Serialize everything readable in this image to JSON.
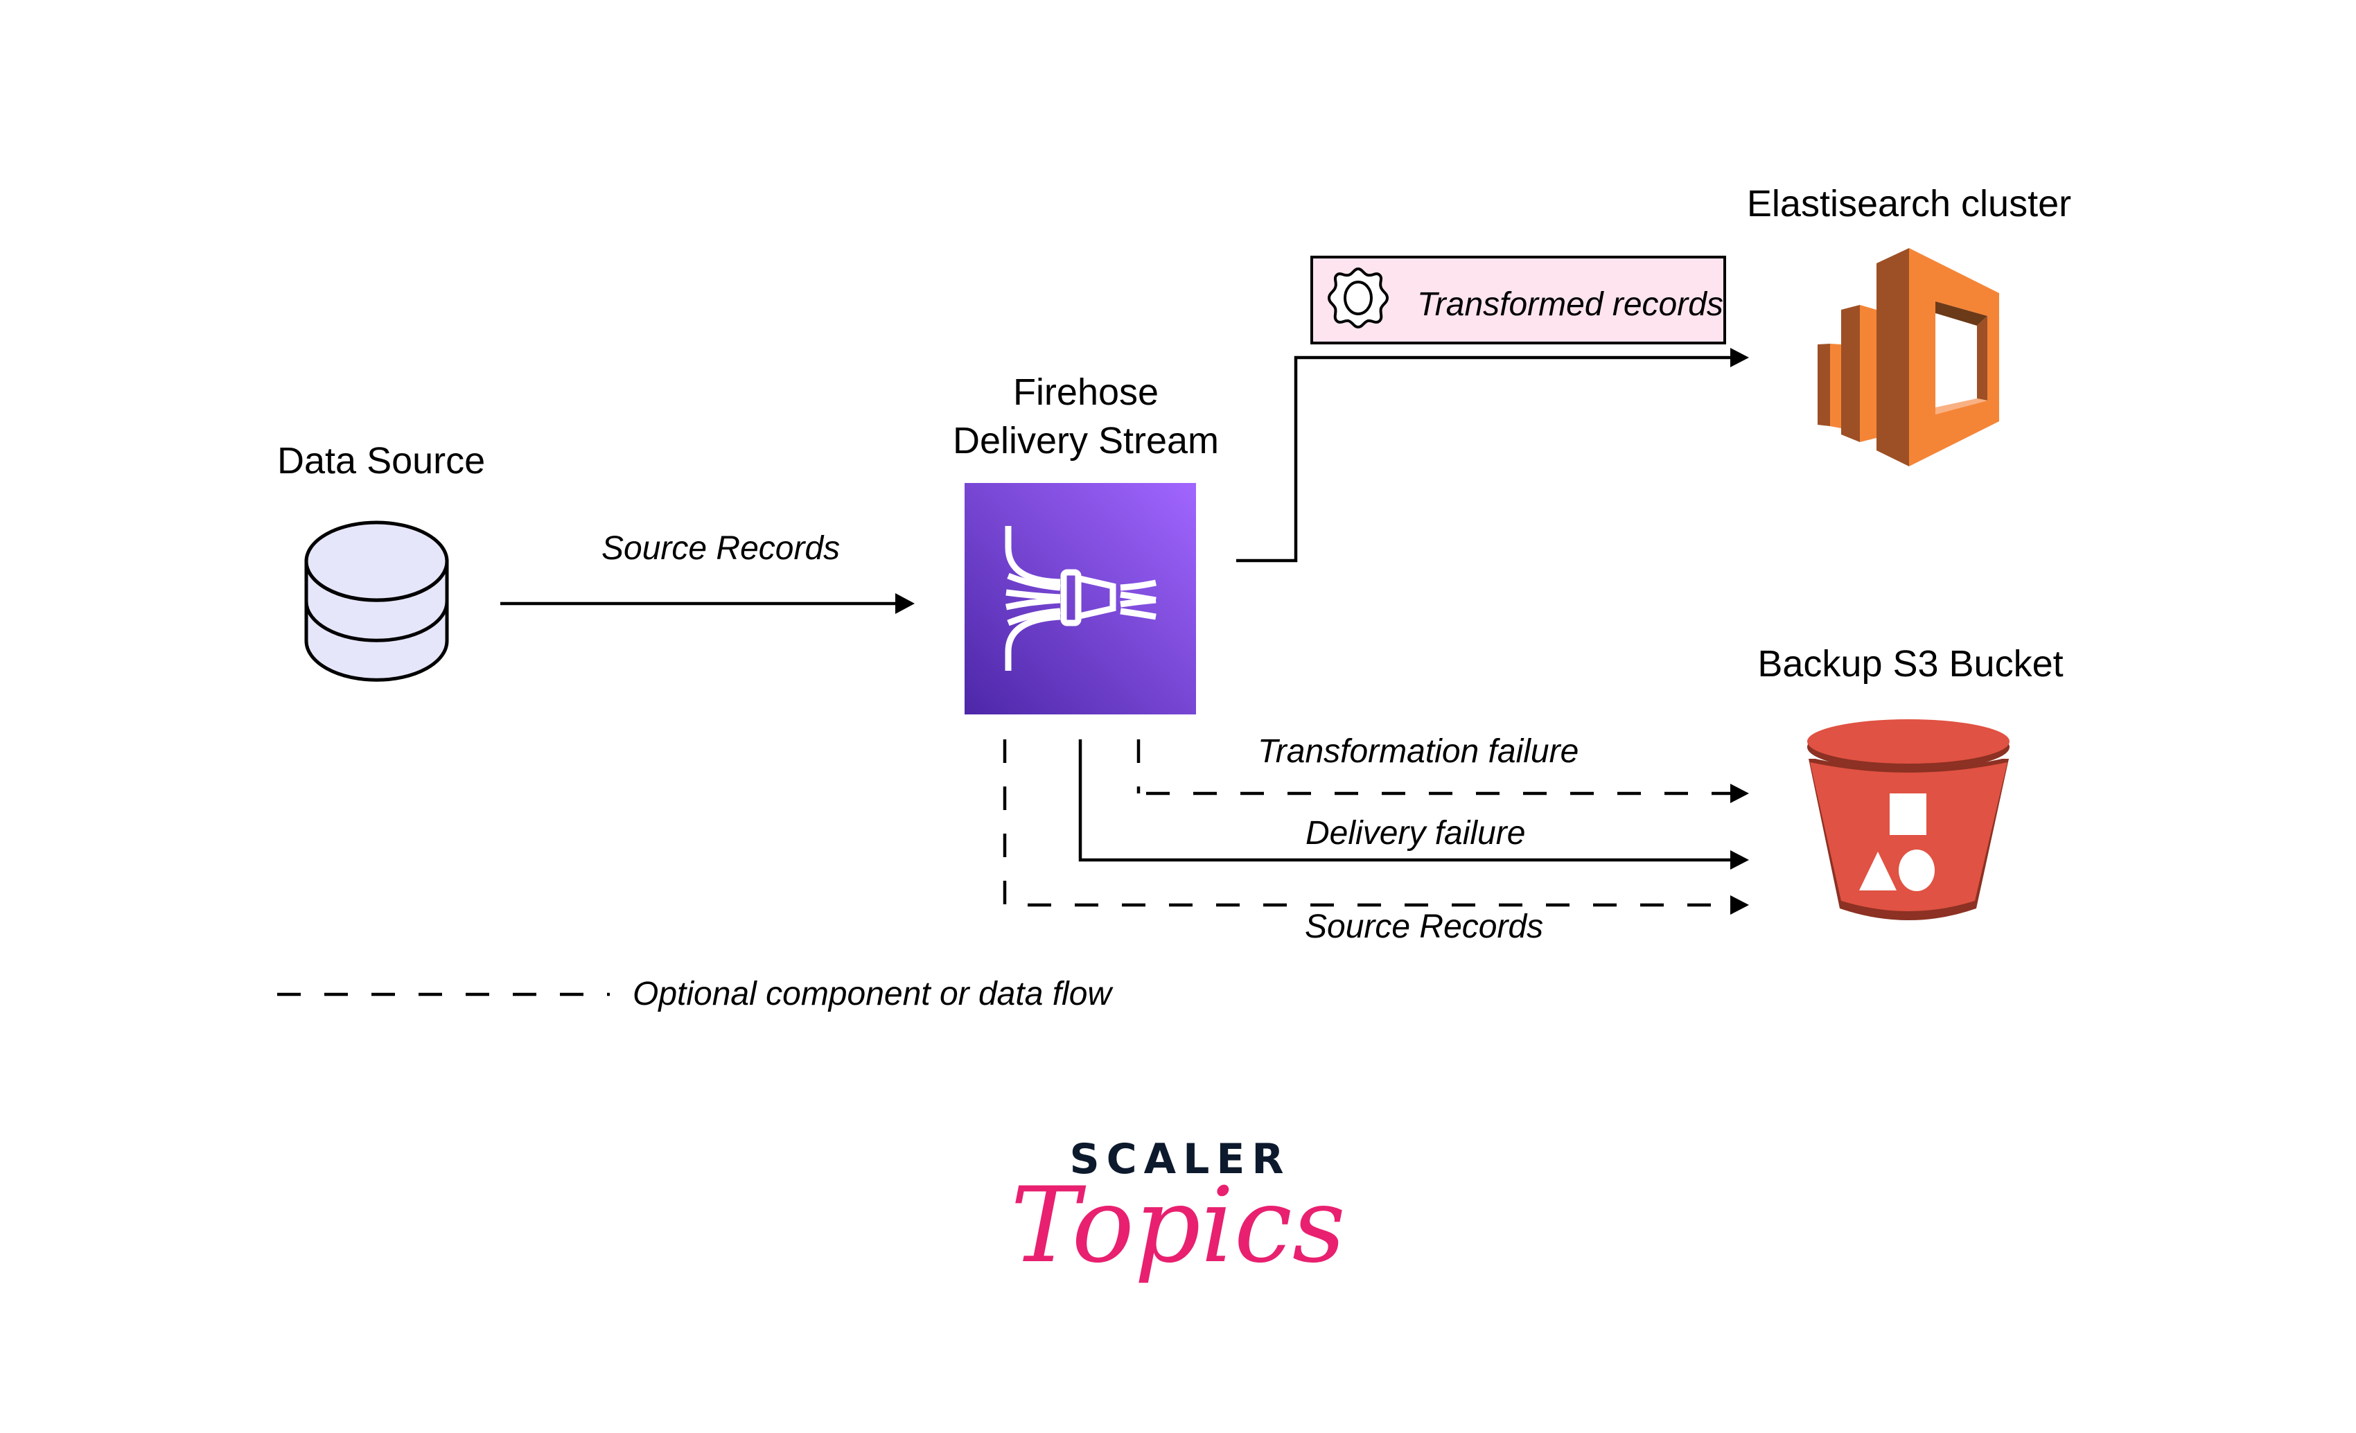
{
  "diagram": {
    "nodes": {
      "data_source": {
        "label": "Data Source",
        "icon": "database-icon",
        "fill": "#e6e6fa"
      },
      "firehose": {
        "label_line1": "Firehose",
        "label_line2": "Delivery Stream",
        "icon": "kinesis-firehose-icon",
        "gradient": [
          "#4d27a8",
          "#a166ff"
        ]
      },
      "elasticsearch": {
        "label": "Elastisearch cluster",
        "icon": "elasticsearch-icon",
        "colors": [
          "#f58536",
          "#9d5025",
          "#6b3a19"
        ]
      },
      "s3": {
        "label": "Backup S3 Bucket",
        "icon": "s3-bucket-icon",
        "colors": [
          "#e05243",
          "#8c3123"
        ]
      },
      "transform": {
        "label": "Transformed records",
        "icon": "gear-icon",
        "fill": "#fde4ee"
      }
    },
    "edges": {
      "source_to_firehose": {
        "label": "Source Records",
        "style": "solid"
      },
      "firehose_to_elasticsearch": {
        "label": "Transformed records",
        "style": "solid"
      },
      "transformation_failure": {
        "label": "Transformation failure",
        "style": "dashed"
      },
      "delivery_failure": {
        "label": "Delivery failure",
        "style": "solid"
      },
      "source_backup": {
        "label": "Source Records",
        "style": "dashed"
      }
    },
    "legend": {
      "label": "Optional component or data flow",
      "style": "dashed"
    }
  },
  "branding": {
    "line1": "SCALER",
    "line2": "Topics",
    "colors": {
      "scaler": "#0d1a2d",
      "topics": "#e8206f"
    }
  }
}
